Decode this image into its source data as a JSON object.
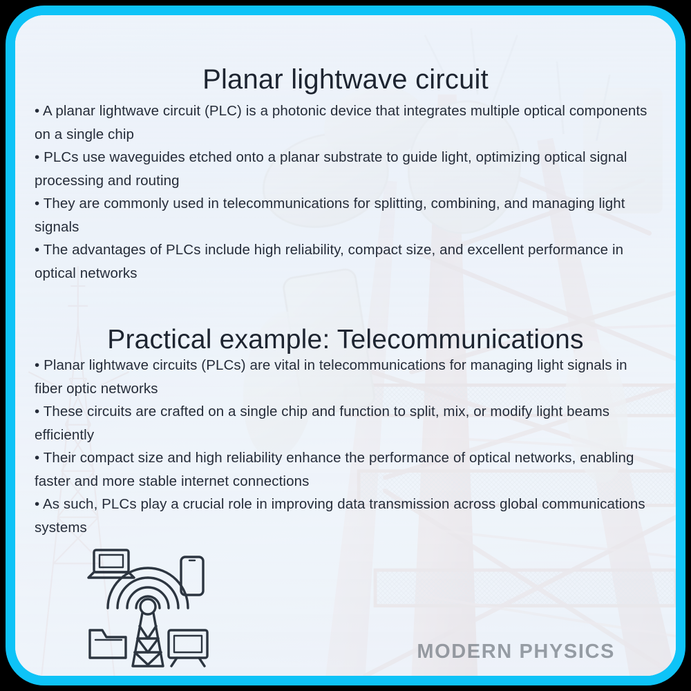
{
  "slide": {
    "title": "Planar lightwave circuit",
    "section_title": "Practical example: Telecommunications",
    "watermark": "MODERN PHYSICS",
    "accent_color": "#0ec3f7",
    "background_color": "#eef3fa",
    "text_color": "#252c39",
    "heading_color": "#1d2430"
  },
  "bullets_main": [
    "• A planar lightwave circuit (PLC) is a photonic device that integrates multiple optical components on a single chip",
    "• PLCs use waveguides etched onto a planar substrate to guide light, optimizing optical signal processing and routing",
    "• They are commonly used in telecommunications for splitting, combining, and managing light signals",
    "• The advantages of PLCs include high reliability, compact size, and excellent performance in optical networks"
  ],
  "bullets_example": [
    "• Planar lightwave circuits (PLCs) are vital in telecommunications for managing light signals in fiber optic networks",
    "• These circuits are crafted on a single chip and function to split, mix, or modify light beams efficiently",
    "• Their compact size and high reliability enhance the performance of optical networks, enabling faster and more stable internet connections",
    "• As such, PLCs play a crucial role in improving data transmission across global communications systems"
  ],
  "icons": {
    "cluster_label": "telecommunications-illustration",
    "items": [
      "broadcast-tower-icon",
      "signal-waves-icon",
      "laptop-icon",
      "smartphone-icon",
      "folder-icon",
      "television-icon"
    ],
    "stroke_color": "#2c3540"
  },
  "background": {
    "subject": "telecommunication-tower-photo",
    "description": "faded photograph of a lattice telecom tower with microwave dish antennas"
  }
}
